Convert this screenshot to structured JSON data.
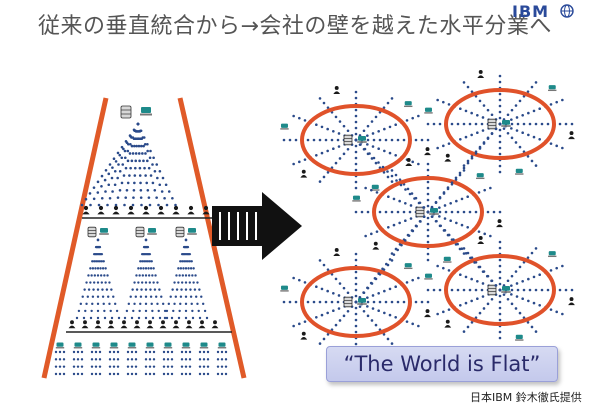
{
  "slide": {
    "title": "従来の垂直統合から→会社の壁を越えた水平分業へ",
    "logo_text": "IBM",
    "quote": "“The World is Flat”",
    "credit": "日本IBM 鈴木徹氏提供"
  },
  "colors": {
    "ring": "#e0522a",
    "dots": "#2a4a8a",
    "person": "#1a1a1a",
    "computer": "#1e8a8a",
    "pyramid_edge": "#e05a28",
    "quote_fill": "#cdd1ef"
  },
  "icons": [
    "server-icon",
    "person-icon",
    "computer-icon",
    "arrow-icon",
    "globe-icon"
  ]
}
